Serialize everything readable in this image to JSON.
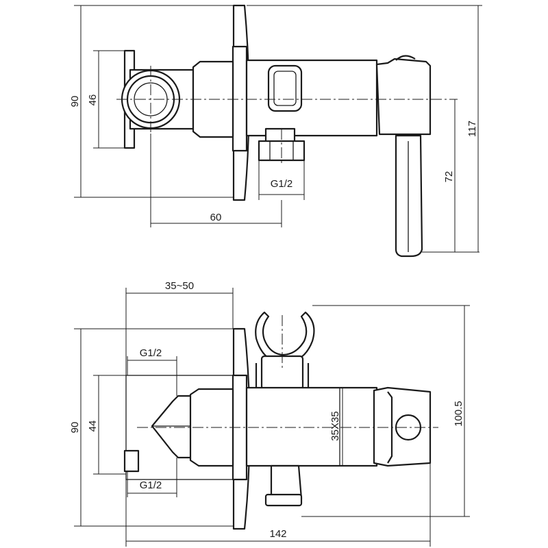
{
  "top_view": {
    "dim_height": "90",
    "dim_flange": "46",
    "dim_thread": "G1/2",
    "dim_offset": "60",
    "dim_handle": "72",
    "dim_total_height": "117"
  },
  "bottom_view": {
    "dim_depth": "35~50",
    "dim_thread_top": "G1/2",
    "dim_thread_bottom": "G1/2",
    "dim_height": "90",
    "dim_flange": "44",
    "dim_section": "35X35",
    "dim_holder": "100.5",
    "dim_length": "142"
  },
  "colors": {
    "stroke": "#1a1a1a",
    "background": "#ffffff"
  }
}
